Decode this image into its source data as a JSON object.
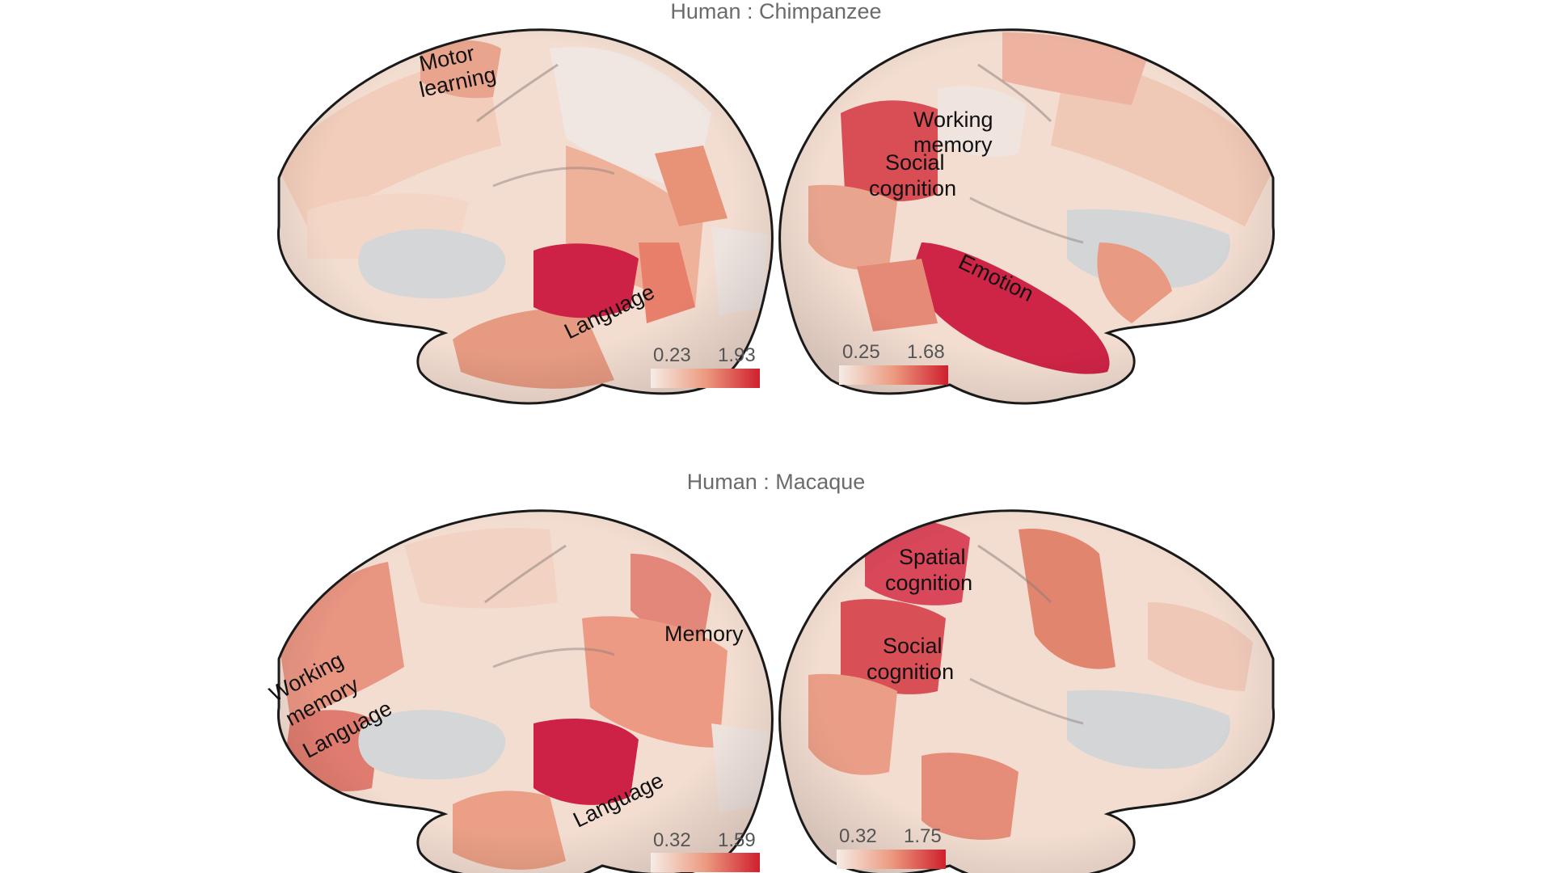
{
  "panels": [
    {
      "title": "Human : Chimpanzee",
      "left_labels": [
        "Motor",
        "learning",
        "Language"
      ],
      "right_labels": [
        "Working",
        "memory",
        "Social",
        "cognition",
        "Emotion"
      ],
      "left_scale": {
        "min": "0.23",
        "max": "1.93"
      },
      "right_scale": {
        "min": "0.25",
        "max": "1.68"
      }
    },
    {
      "title": "Human : Macaque",
      "left_labels": [
        "Working",
        "memory",
        "Language",
        "Memory",
        "Language"
      ],
      "right_labels": [
        "Spatial",
        "cognition",
        "Social",
        "cognition"
      ],
      "left_scale": {
        "min": "0.32",
        "max": "1.59"
      },
      "right_scale": {
        "min": "0.32",
        "max": "1.75"
      }
    }
  ],
  "colors": {
    "cortex_base": "#f3dcd0",
    "cortex_light": "#e9e4e2",
    "medial_wall": "#d3d4d6",
    "low": "#f5e4da",
    "mid": "#e98e74",
    "high": "#d0233f",
    "outline": "#1a1a1a"
  }
}
